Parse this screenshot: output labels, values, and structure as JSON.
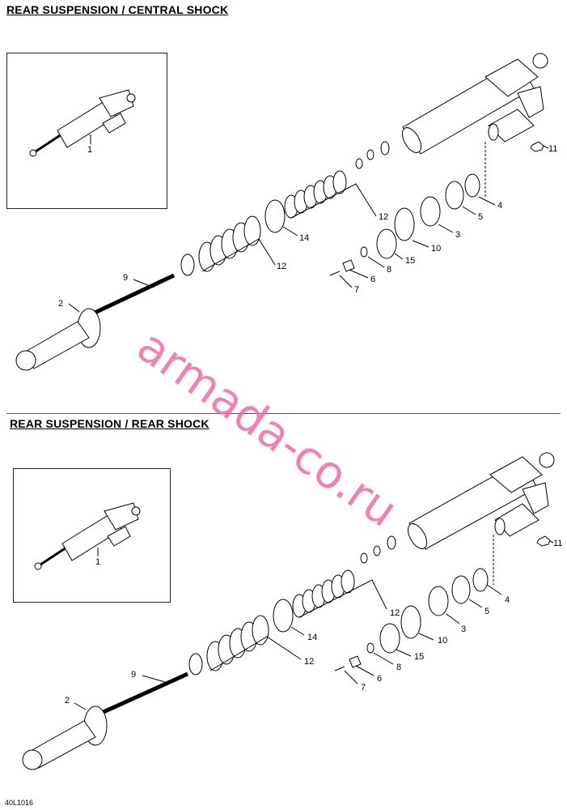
{
  "sections": [
    {
      "title": "REAR SUSPENSION / CENTRAL SHOCK",
      "inset_label": "1",
      "callouts": {
        "c2": "2",
        "c3": "3",
        "c4": "4",
        "c5": "5",
        "c6": "6",
        "c7": "7",
        "c8": "8",
        "c9": "9",
        "c10": "10",
        "c11": "11",
        "c12a": "12",
        "c12b": "12",
        "c14": "14",
        "c15": "15"
      }
    },
    {
      "title": "REAR SUSPENSION / REAR SHOCK",
      "inset_label": "1",
      "callouts": {
        "c2": "2",
        "c3": "3",
        "c4": "4",
        "c5": "5",
        "c6": "6",
        "c7": "7",
        "c8": "8",
        "c9": "9",
        "c10": "10",
        "c11": "11",
        "c12a": "12",
        "c12b": "12",
        "c14": "14",
        "c15": "15"
      }
    }
  ],
  "watermark": "armada-co.ru",
  "doc_id": "40L1016",
  "colors": {
    "watermark": "#f06aa8",
    "line": "#000000"
  }
}
